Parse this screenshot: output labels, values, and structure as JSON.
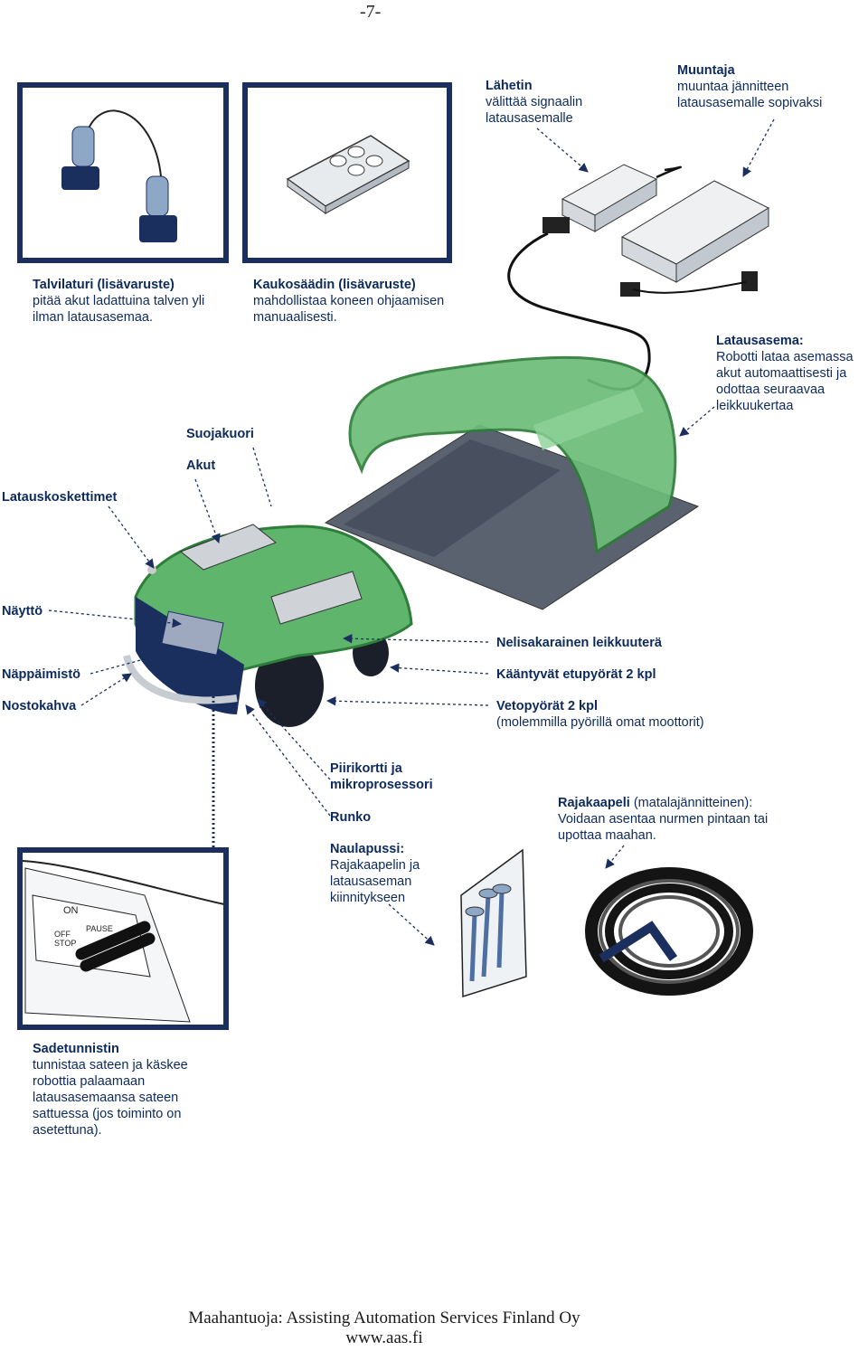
{
  "page_number": "-7-",
  "labels": {
    "lahetin": {
      "title": "Lähetin",
      "text": "välittää signaalin latausasemalle"
    },
    "muuntaja": {
      "title": "Muuntaja",
      "text": "muuntaa jännitteen latausasemalle sopivaksi"
    },
    "talvilaturi": {
      "title": "Talvilaturi (lisävaruste)",
      "text": "pitää akut ladattuina talven yli ilman latausasemaa."
    },
    "kaukosaadin": {
      "title": "Kaukosäädin (lisävaruste)",
      "text": "mahdollistaa koneen ohjaamisen manuaalisesti."
    },
    "latausasema": {
      "title": "Latausasema:",
      "text": "Robotti lataa asemassa akut automaattisesti ja odottaa seuraavaa leikkuukertaa"
    },
    "suojakuori": "Suojakuori",
    "akut": "Akut",
    "latauskoskettimet": "Latauskoskettimet",
    "naytto": "Näyttö",
    "nappaimisto": "Näppäimistö",
    "nostokahva": "Nostokahva",
    "leikkuutera": "Nelisakarainen leikkuuterä",
    "etupyorat": "Kääntyvät etupyörät 2 kpl",
    "vetopyorat": {
      "title": "Vetopyörät 2 kpl",
      "text": "(molemmilla pyörillä omat moottorit)"
    },
    "piirikortti": "Piirikortti ja mikroprosessori",
    "runko": "Runko",
    "naulapussi": {
      "title": "Naulapussi:",
      "text": "Rajakaapelin ja latausaseman kiinnitykseen"
    },
    "rajakaapeli": {
      "title": "Rajakaapeli",
      "title_extra": " (matalajännitteinen):",
      "text": "Voidaan asentaa nurmen pintaan tai upottaa maahan."
    },
    "sadetunnistin": {
      "title": "Sadetunnistin",
      "text": "tunnistaa sateen ja käskee robottia palaamaan latausasemaansa sateen sattuessa (jos toiminto on asetettuna)."
    }
  },
  "panel_buttons": {
    "on": "ON",
    "pause": "PAUSE",
    "off_stop": "OFF STOP"
  },
  "footer": {
    "line1": "Maahantuoja: Assisting Automation Services Finland Oy",
    "line2": "www.aas.fi"
  },
  "colors": {
    "text": "#0d2a5c",
    "green": "#5fb56c",
    "dark_green": "#2e7d3a",
    "dark_blue": "#1b2f5e",
    "grey": "#d9dde2"
  }
}
